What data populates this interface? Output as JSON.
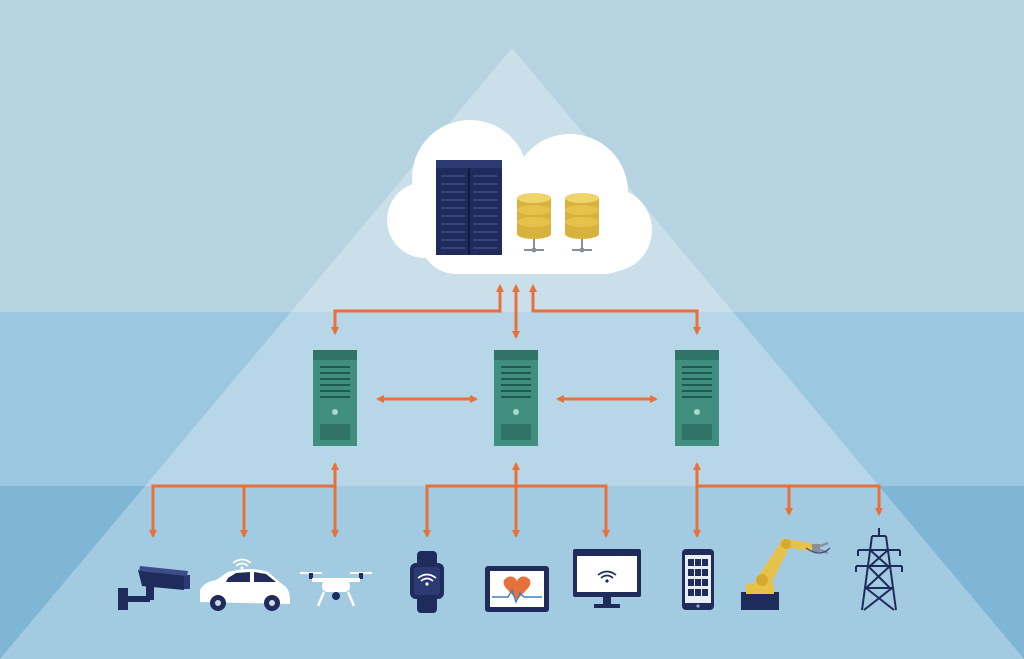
{
  "colors": {
    "band_top": "#b6d3e2",
    "band_middle": "#9cc7e0",
    "band_bottom": "#7fb6d6",
    "pyramid": "#cfe3ee",
    "arrow": "#e8703a",
    "cloud": "#ffffff",
    "server_rack": "#1f2b5b",
    "database": "#e6c24a",
    "edge_server": "#3f8e7e",
    "device_navy": "#1f2b5b"
  },
  "layers": [
    "cloud",
    "edge",
    "devices"
  ],
  "cloud": {
    "icons": [
      "server-rack-icon",
      "database-icon",
      "database-icon"
    ]
  },
  "edge_servers": [
    "edge-server-icon",
    "edge-server-icon",
    "edge-server-icon"
  ],
  "devices": [
    "security-camera-icon",
    "connected-car-icon",
    "drone-icon",
    "smartwatch-icon",
    "heart-monitor-icon",
    "wifi-monitor-icon",
    "smartphone-icon",
    "robotic-arm-icon",
    "power-pylon-icon"
  ]
}
